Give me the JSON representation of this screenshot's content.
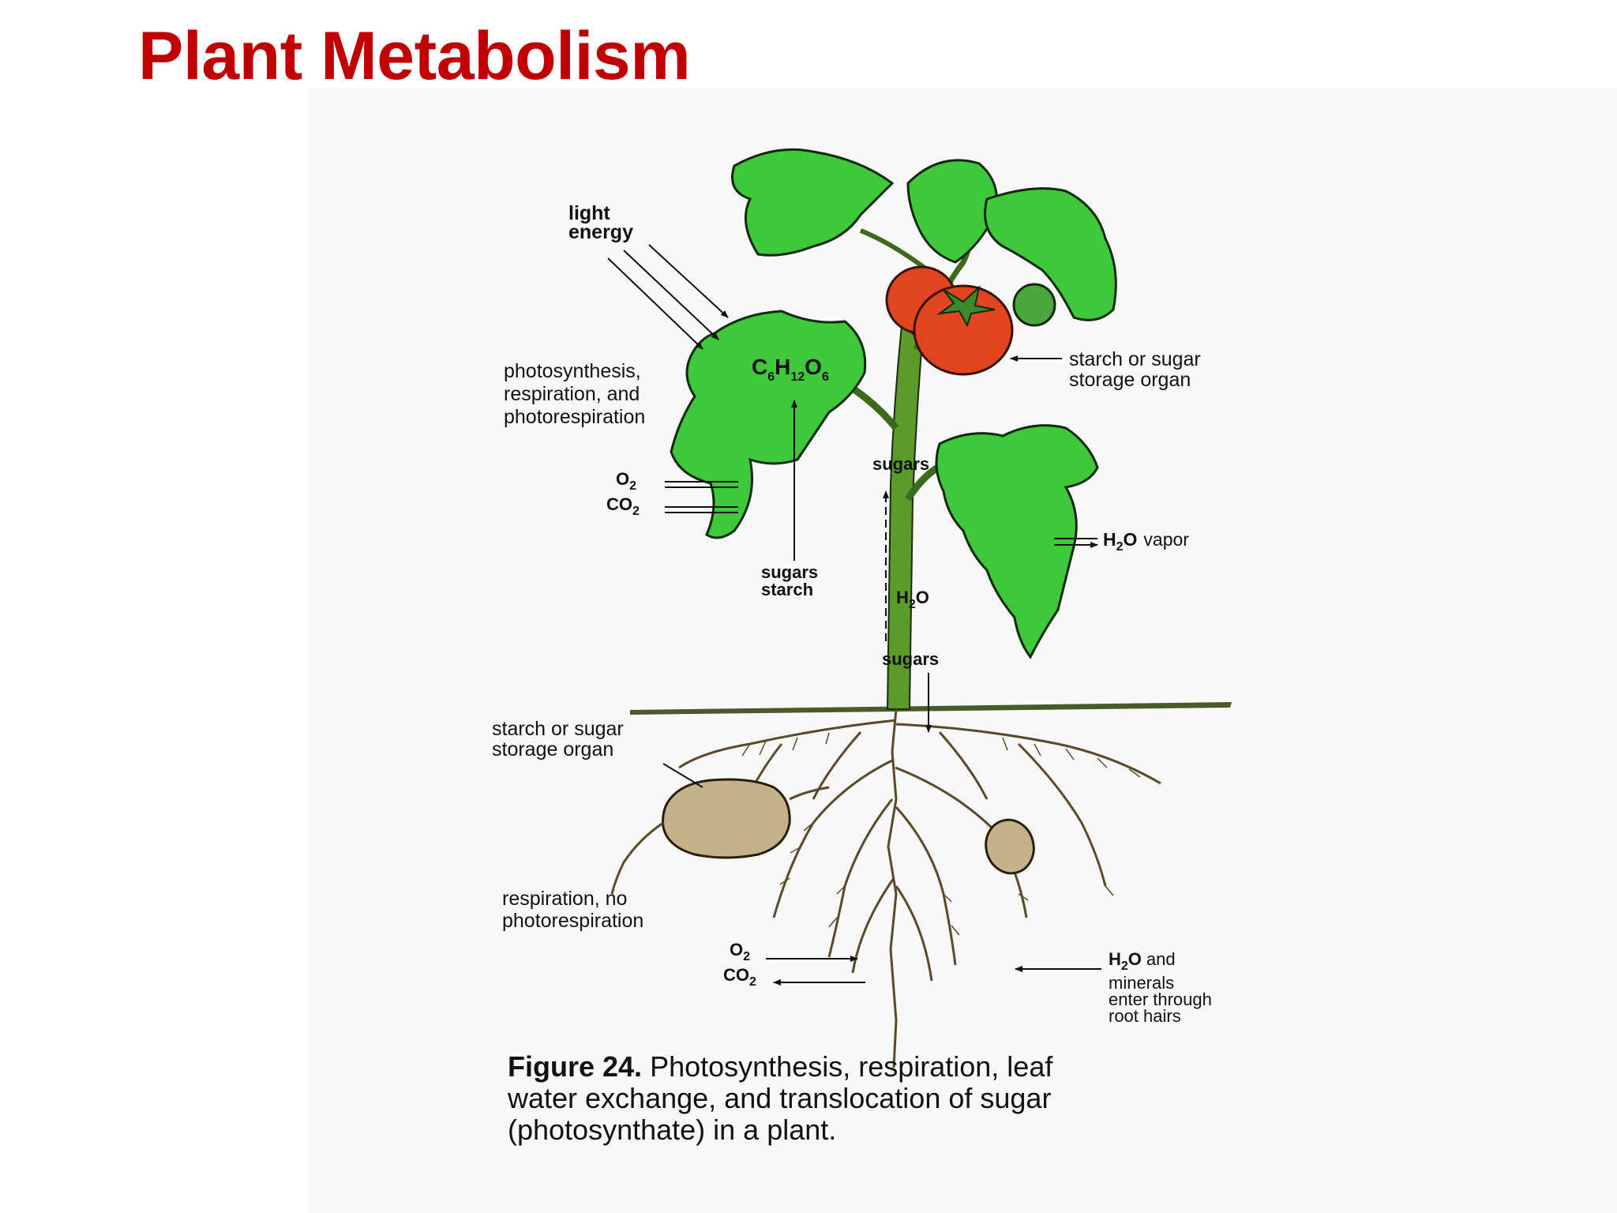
{
  "slide": {
    "title": "Plant Metabolism"
  },
  "labels": {
    "light_energy": [
      "light",
      "energy"
    ],
    "leaf_processes": [
      "photosynthesis,",
      "respiration, and",
      "photorespiration"
    ],
    "glucose": {
      "c": "C",
      "c_sub": "6",
      "h": "H",
      "h_sub": "12",
      "o": "O",
      "o_sub": "6"
    },
    "leaf_gases": {
      "o2": "O",
      "o2_sub": "2",
      "co2": "CO",
      "co2_sub": "2"
    },
    "leaf_stores": [
      "sugars",
      "starch"
    ],
    "fruit_storage": [
      "starch or sugar",
      "storage organ"
    ],
    "stem_sugars_top": "sugars",
    "stem_water": {
      "h": "H",
      "sub": "2",
      "o": "O"
    },
    "stem_sugars_bottom": "sugars",
    "transpiration": {
      "h": "H",
      "sub": "2",
      "o": "O",
      "word": "vapor"
    },
    "tuber_storage": [
      "starch or sugar",
      "storage organ"
    ],
    "root_processes": [
      "respiration, no",
      "photorespiration"
    ],
    "root_gases": {
      "o2": "O",
      "o2_sub": "2",
      "co2": "CO",
      "co2_sub": "2"
    },
    "root_uptake": {
      "h": "H",
      "sub": "2",
      "o": "O",
      "and": "and",
      "lines": [
        "minerals",
        "enter through",
        "root hairs"
      ]
    }
  },
  "caption": {
    "figure": "Figure 24.",
    "text_line1": " Photosynthesis, respiration, leaf",
    "text_line2": "water exchange, and translocation of sugar",
    "text_line3": "(photosynthate) in a plant."
  },
  "colors": {
    "title": "#c00000",
    "leaf": "#3ec83a",
    "stem": "#5c9a2a",
    "tomato": "#e0451f",
    "tuber": "#c6b28a",
    "roots": "#ece4cc",
    "soil_line": "#4a5a2a"
  }
}
